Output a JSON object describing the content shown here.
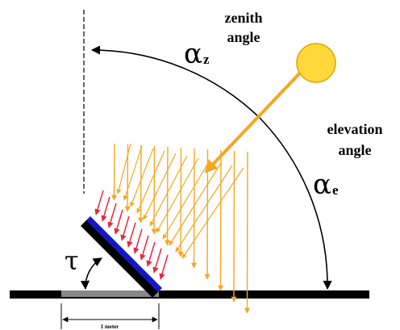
{
  "labels": {
    "zenith_line1": "zenith",
    "zenith_line2": "angle",
    "alpha_z_symbol": "α",
    "alpha_z_sub": "z",
    "elevation_line1": "elevation",
    "elevation_line2": "angle",
    "alpha_e_symbol": "α",
    "alpha_e_sub": "e",
    "tilt_symbol": "τ",
    "dimension_text": "1 meter"
  },
  "colors": {
    "sun": "#ffd83a",
    "sun_outline": "#e2a400",
    "sun_ray": "#f5a623",
    "incoming_rays": "#f5a623",
    "reflected_rays": "#e8283c",
    "panel_face": "#1418c8",
    "panel_back": "#000000",
    "ground": "#000000",
    "shadow": "#888888"
  },
  "angles": {
    "tilt_deg": 45
  }
}
